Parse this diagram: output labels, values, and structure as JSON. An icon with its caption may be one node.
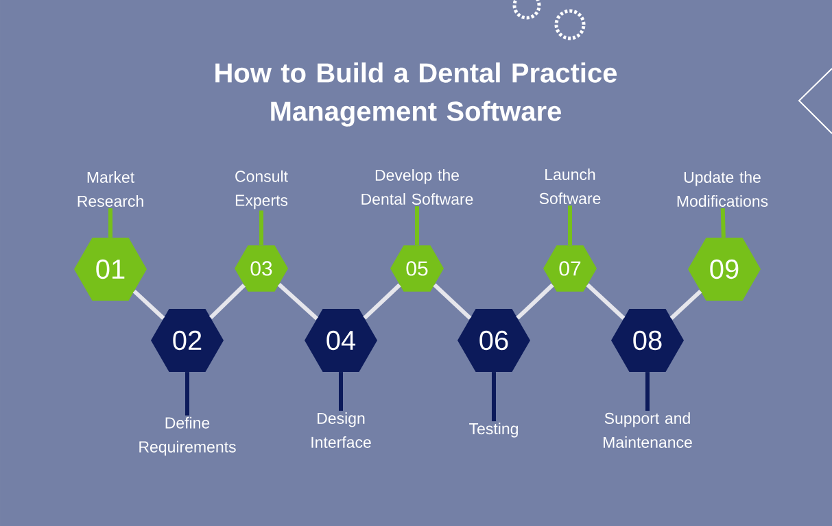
{
  "diagram": {
    "title": "How to Build a Dental Practice Management Software",
    "nodes": [
      {
        "text": [
          "01"
        ]
      },
      {
        "text": [
          "02"
        ]
      },
      {
        "text": [
          "03"
        ]
      },
      {
        "text": [
          "04"
        ]
      },
      {
        "text": [
          "05"
        ]
      },
      {
        "text": [
          "06"
        ]
      },
      {
        "text": [
          "07"
        ]
      },
      {
        "text": [
          "08"
        ]
      },
      {
        "text": [
          "09"
        ]
      },
      {
        "text": [
          "Market Research"
        ]
      },
      {
        "text": [
          "Define Requirements"
        ]
      },
      {
        "text": [
          "Consult Experts"
        ]
      },
      {
        "text": [
          "Design Interface"
        ]
      },
      {
        "text": [
          "Develop the Dental Software"
        ]
      },
      {
        "text": [
          "Testing"
        ]
      },
      {
        "text": [
          "Launch Software"
        ]
      },
      {
        "text": [
          "Support and Maintenance"
        ]
      },
      {
        "text": [
          "Update the Modifications"
        ]
      }
    ],
    "edges": [
      {
        "from": 0,
        "to": 1,
        "arrow": "none",
        "color": "#e6e6ec"
      },
      {
        "from": 1,
        "to": 2,
        "arrow": "none",
        "color": "#e6e6ec"
      },
      {
        "from": 2,
        "to": 3,
        "arrow": "none",
        "color": "#e6e6ec"
      },
      {
        "from": 3,
        "to": 4,
        "arrow": "none",
        "color": "#e6e6ec"
      },
      {
        "from": 4,
        "to": 5,
        "arrow": "none",
        "color": "#e6e6ec"
      },
      {
        "from": 5,
        "to": 6,
        "arrow": "none",
        "color": "#e6e6ec"
      },
      {
        "from": 6,
        "to": 7,
        "arrow": "none",
        "color": "#e6e6ec"
      },
      {
        "from": 7,
        "to": 8,
        "arrow": "none",
        "color": "#e6e6ec"
      },
      {
        "from": 9,
        "to": 0,
        "arrow": "none",
        "color": "#77c01a"
      },
      {
        "from": 10,
        "to": 1,
        "arrow": "none",
        "color": "#0c1a5a"
      },
      {
        "from": 11,
        "to": 2,
        "arrow": "none",
        "color": "#77c01a"
      },
      {
        "from": 12,
        "to": 3,
        "arrow": "none",
        "color": "#0c1a5a"
      },
      {
        "from": 13,
        "to": 4,
        "arrow": "none",
        "color": "#77c01a"
      },
      {
        "from": 14,
        "to": 5,
        "arrow": "none",
        "color": "#0c1a5a"
      },
      {
        "from": 15,
        "to": 6,
        "arrow": "none",
        "color": "#77c01a"
      },
      {
        "from": 16,
        "to": 7,
        "arrow": "none",
        "color": "#0c1a5a"
      },
      {
        "from": 17,
        "to": 8,
        "arrow": "none",
        "color": "#77c01a"
      }
    ]
  }
}
